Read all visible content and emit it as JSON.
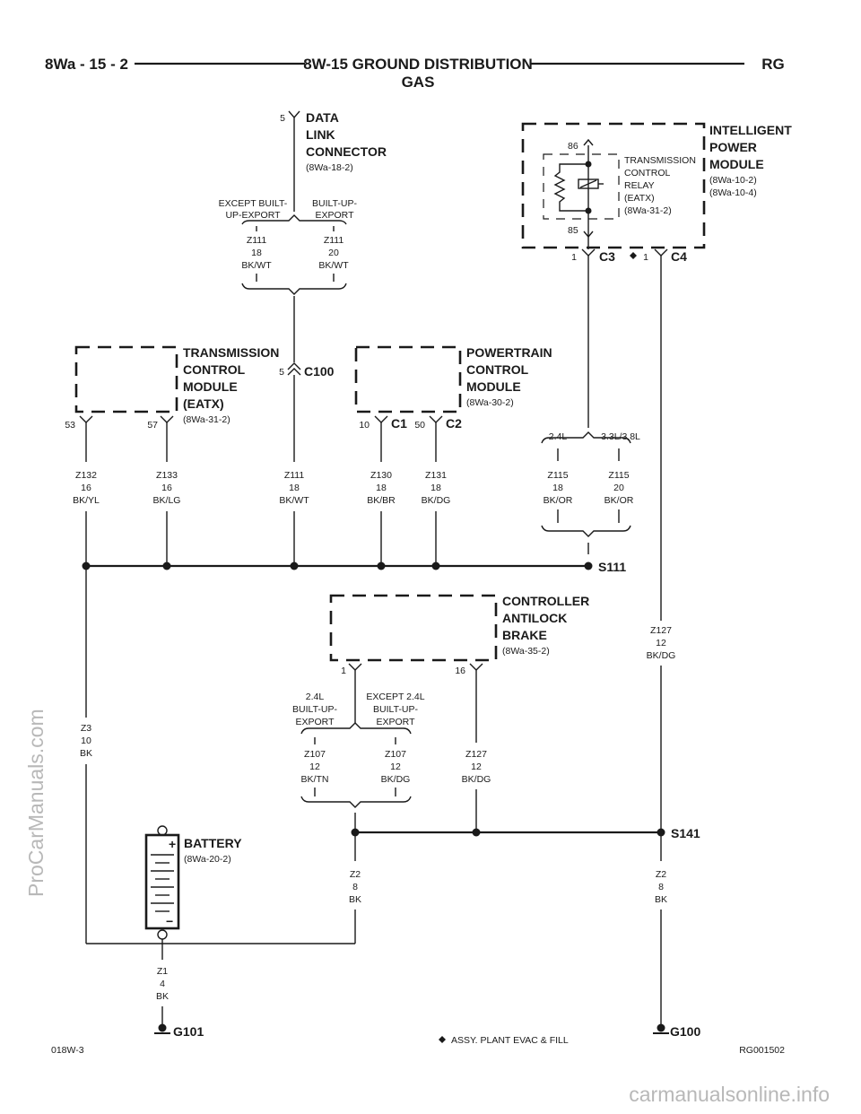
{
  "header": {
    "page_ref": "8Wa - 15 - 2",
    "title": "8W-15 GROUND DISTRIBUTION",
    "subtitle": "GAS",
    "brand": "RG"
  },
  "components": {
    "dlc": {
      "l1": "DATA",
      "l2": "LINK",
      "l3": "CONNECTOR",
      "ref": "(8Wa-18-2)",
      "pin": "5"
    },
    "ipm": {
      "l1": "INTELLIGENT",
      "l2": "POWER",
      "l3": "MODULE",
      "ref1": "(8Wa-10-2)",
      "ref2": "(8Wa-10-4)"
    },
    "relay": {
      "l1": "TRANSMISSION",
      "l2": "CONTROL",
      "l3": "RELAY",
      "l4": "(EATX)",
      "ref": "(8Wa-31-2)",
      "pin_top": "86",
      "pin_bottom": "85"
    },
    "ipm_c3": {
      "pin": "1",
      "name": "C3"
    },
    "ipm_c4": {
      "pin": "1",
      "name": "C4"
    },
    "tcm": {
      "l1": "TRANSMISSION",
      "l2": "CONTROL",
      "l3": "MODULE",
      "l4": "(EATX)",
      "ref": "(8Wa-31-2)",
      "pin_a": "53",
      "pin_b": "57"
    },
    "c100": {
      "pin": "5",
      "name": "C100"
    },
    "pcm": {
      "l1": "POWERTRAIN",
      "l2": "CONTROL",
      "l3": "MODULE",
      "ref": "(8Wa-30-2)",
      "c1_pin": "10",
      "c1": "C1",
      "c2_pin": "50",
      "c2": "C2"
    },
    "cab": {
      "l1": "CONTROLLER",
      "l2": "ANTILOCK",
      "l3": "BRAKE",
      "ref": "(8Wa-35-2)",
      "pin_a": "1",
      "pin_b": "16"
    },
    "battery": {
      "name": "BATTERY",
      "ref": "(8Wa-20-2)",
      "plus": "+",
      "minus": "−"
    }
  },
  "options": {
    "dlc_left_l1": "EXCEPT BUILT-",
    "dlc_left_l2": "UP-EXPORT",
    "dlc_right_l1": "BUILT-UP-",
    "dlc_right_l2": "EXPORT",
    "ipm_left": "2.4L",
    "ipm_right": "3.3L/3.8L",
    "cab_left_l1": "2.4L",
    "cab_left_l2": "BUILT-UP-",
    "cab_left_l3": "EXPORT",
    "cab_right_l1": "EXCEPT 2.4L",
    "cab_right_l2": "BUILT-UP-",
    "cab_right_l3": "EXPORT"
  },
  "wires": {
    "z111a": {
      "c": "Z111",
      "g": "18",
      "col": "BK/WT"
    },
    "z111b": {
      "c": "Z111",
      "g": "20",
      "col": "BK/WT"
    },
    "z111c": {
      "c": "Z111",
      "g": "18",
      "col": "BK/WT"
    },
    "z132": {
      "c": "Z132",
      "g": "16",
      "col": "BK/YL"
    },
    "z133": {
      "c": "Z133",
      "g": "16",
      "col": "BK/LG"
    },
    "z130": {
      "c": "Z130",
      "g": "18",
      "col": "BK/BR"
    },
    "z131": {
      "c": "Z131",
      "g": "18",
      "col": "BK/DG"
    },
    "z115a": {
      "c": "Z115",
      "g": "18",
      "col": "BK/OR"
    },
    "z115b": {
      "c": "Z115",
      "g": "20",
      "col": "BK/OR"
    },
    "z127a": {
      "c": "Z127",
      "g": "12",
      "col": "BK/DG"
    },
    "z127b": {
      "c": "Z127",
      "g": "12",
      "col": "BK/DG"
    },
    "z107a": {
      "c": "Z107",
      "g": "12",
      "col": "BK/TN"
    },
    "z107b": {
      "c": "Z107",
      "g": "12",
      "col": "BK/DG"
    },
    "z3": {
      "c": "Z3",
      "g": "10",
      "col": "BK"
    },
    "z2a": {
      "c": "Z2",
      "g": "8",
      "col": "BK"
    },
    "z2b": {
      "c": "Z2",
      "g": "8",
      "col": "BK"
    },
    "z1": {
      "c": "Z1",
      "g": "4",
      "col": "BK"
    }
  },
  "splices": {
    "s111": "S111",
    "s141": "S141"
  },
  "grounds": {
    "g101": "G101",
    "g100": "G100"
  },
  "footer": {
    "left_code": "018W-3",
    "note": "ASSY. PLANT EVAC & FILL",
    "right_code": "RG001502"
  },
  "watermarks": {
    "side": "ProCarManuals.com",
    "bottom": "carmanualsonline.info"
  }
}
